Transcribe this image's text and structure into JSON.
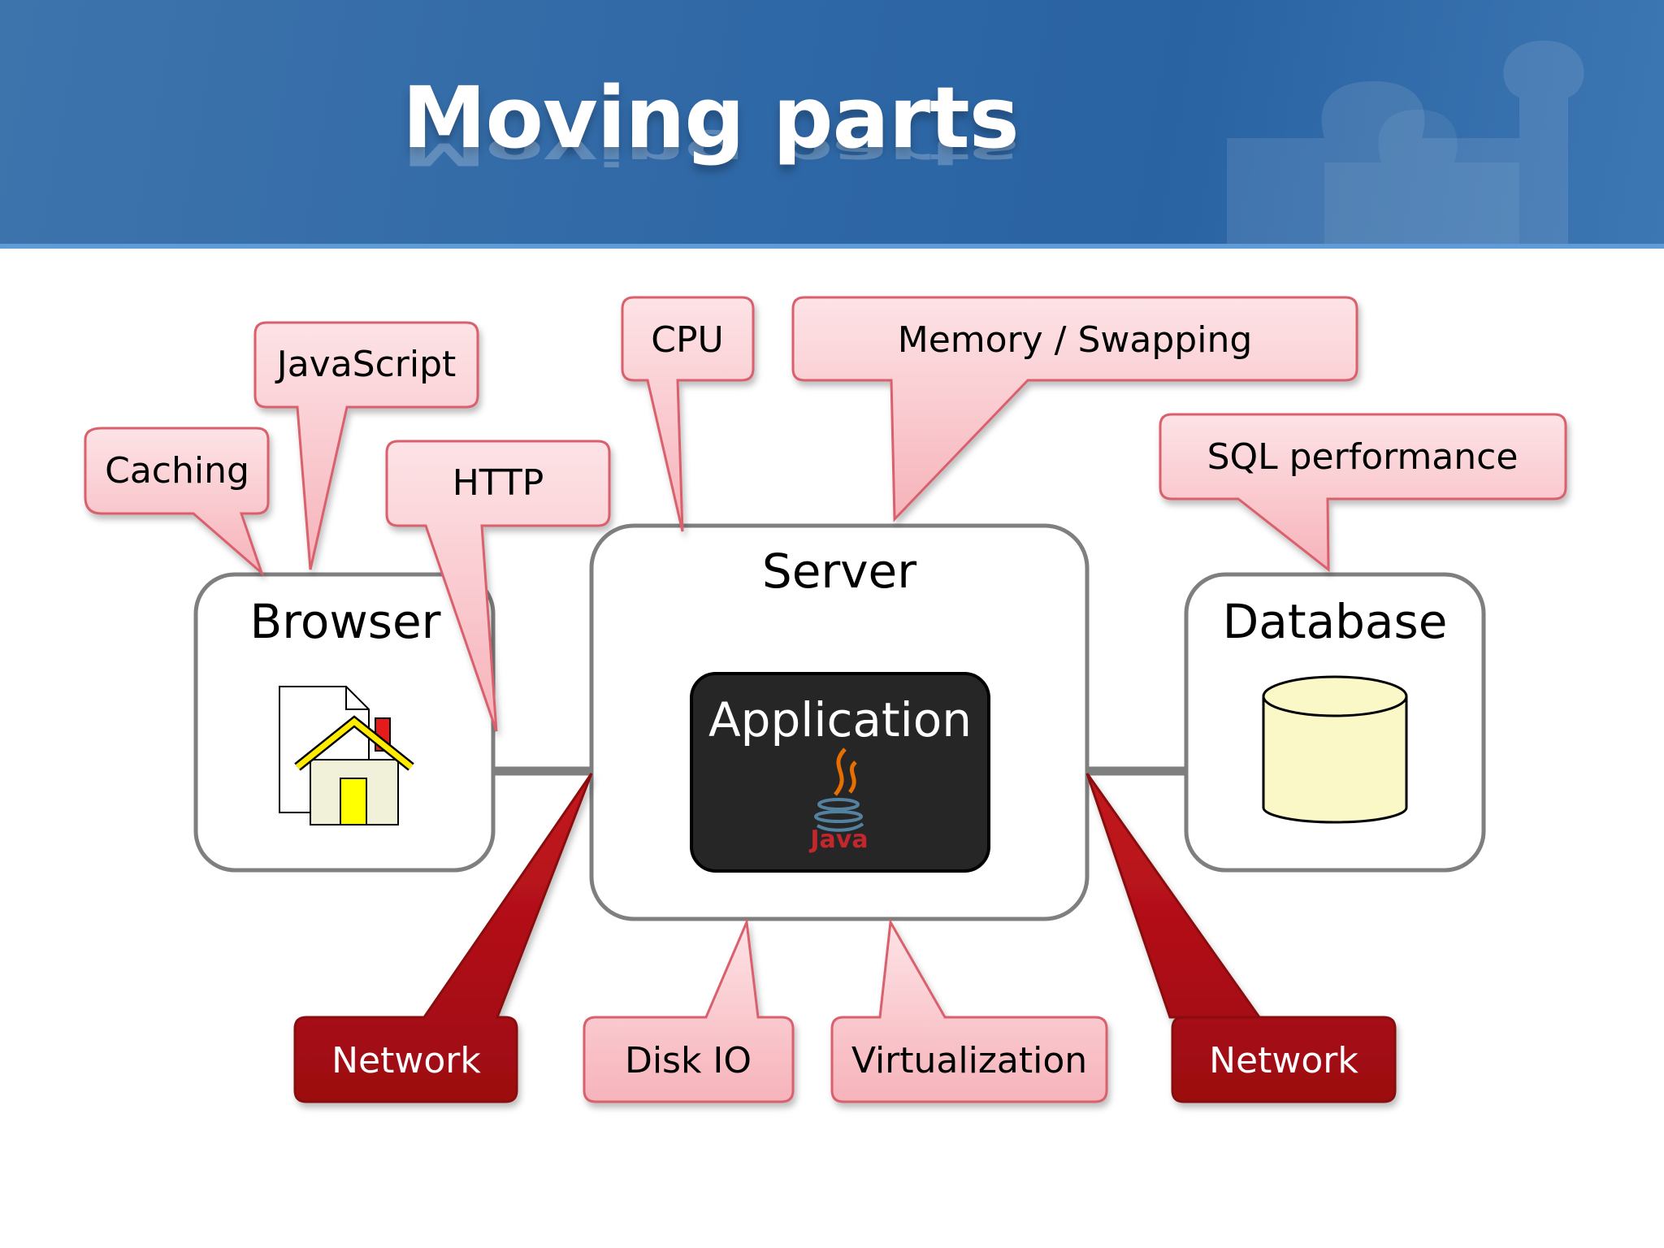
{
  "slide": {
    "title": "Moving parts"
  },
  "components": {
    "browser": "Browser",
    "server": "Server",
    "application": "Application",
    "java_logo_text": "Java",
    "database": "Database"
  },
  "callouts": {
    "caching": "Caching",
    "javascript": "JavaScript",
    "http": "HTTP",
    "cpu": "CPU",
    "memory": "Memory / Swapping",
    "sql": "SQL performance",
    "network_left": "Network",
    "disk_io": "Disk IO",
    "virtualization": "Virtualization",
    "network_right": "Network"
  },
  "colors": {
    "header_blue": "#2f68a6",
    "callout_pink": "#f9c7cc",
    "callout_border": "#d9606c",
    "network_red": "#b30a14",
    "app_box": "#262626",
    "db_fill": "#fbf8c8"
  },
  "icons": [
    "browser-document-icon",
    "home-icon",
    "java-icon",
    "database-cylinder-icon",
    "puzzle-piece-icon"
  ]
}
